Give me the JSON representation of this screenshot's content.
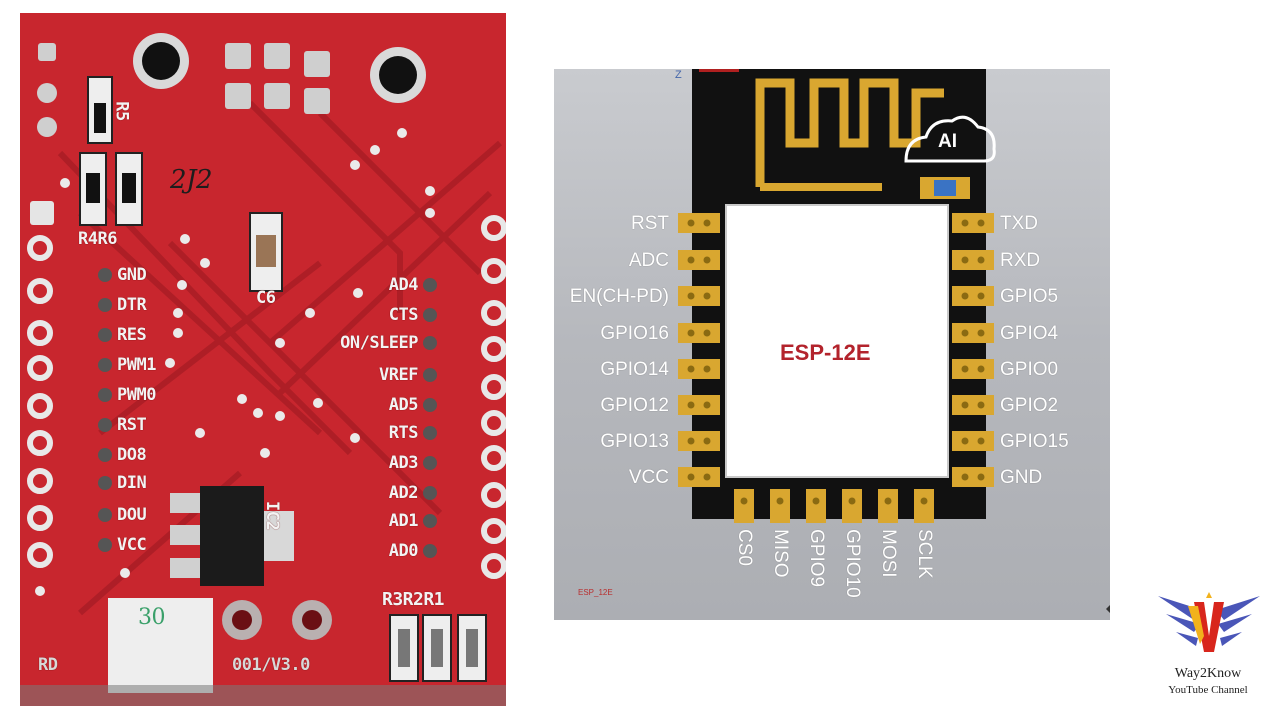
{
  "photo": {
    "handwriting": "2J2",
    "resistors_top": [
      "R5",
      "R4R6"
    ],
    "c6_label": "C6",
    "left_pins": [
      "GND",
      "DTR",
      "RES",
      "PWM1",
      "PWM0",
      "RST",
      "DO8",
      "DIN",
      "DOU",
      "VCC"
    ],
    "right_pins": [
      "AD4",
      "CTS",
      "ON/SLEEP",
      "VREF",
      "AD5",
      "RTS",
      "AD3",
      "AD2",
      "AD1",
      "AD0"
    ],
    "ic_label": "IC2",
    "bottom_resistors": "R3R2R1",
    "bottom_text_left": "RD",
    "bottom_text_right": "001/V3.0",
    "sticker_text": "30"
  },
  "diagram": {
    "chip_name": "ESP-12E",
    "logo_text": "AI",
    "corner_mark": "Z",
    "footer_label": "ESP_12E",
    "left_pins": [
      "RST",
      "ADC",
      "EN(CH-PD)",
      "GPIO16",
      "GPIO14",
      "GPIO12",
      "GPIO13",
      "VCC"
    ],
    "right_pins": [
      "TXD",
      "RXD",
      "GPIO5",
      "GPIO4",
      "GPIO0",
      "GPIO2",
      "GPIO15",
      "GND"
    ],
    "bottom_pins": [
      "CS0",
      "MISO",
      "GPIO9",
      "GPIO10",
      "MOSI",
      "SCLK"
    ]
  },
  "brand": {
    "name": "Way2Know",
    "subtitle": "YouTube Channel"
  },
  "colors": {
    "pcb_red": "#c8262e",
    "diagram_bg": "#b9bbbf",
    "module_black": "#111111",
    "pad_gold": "#d9a730",
    "chip_text_red": "#b3232c"
  }
}
